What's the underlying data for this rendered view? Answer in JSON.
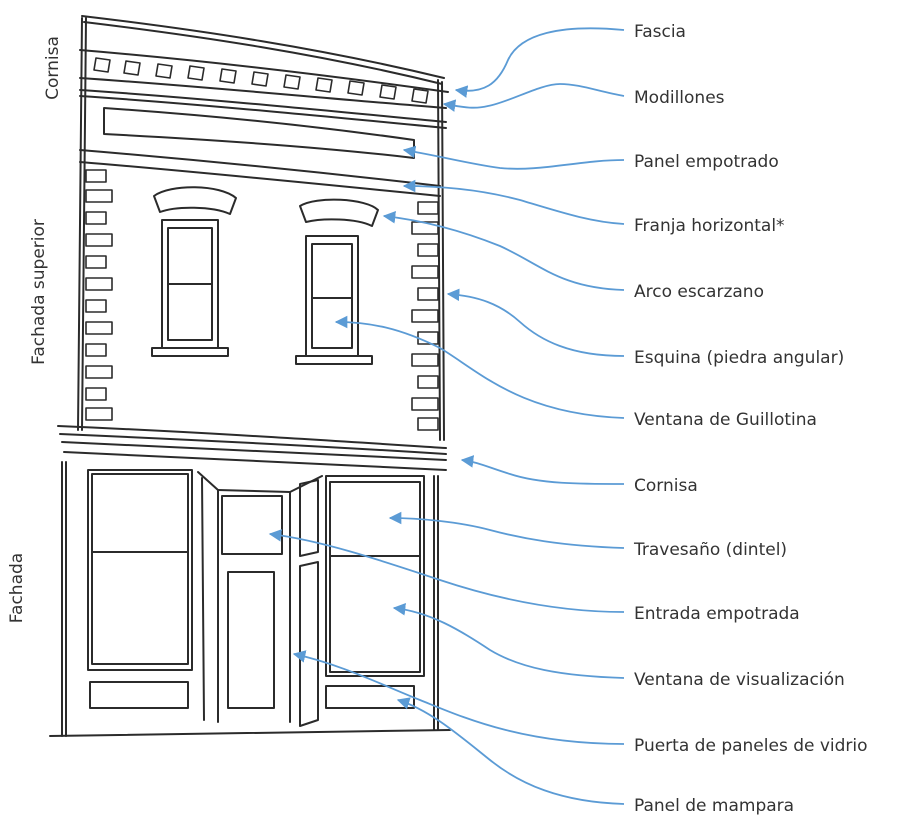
{
  "side_labels": {
    "cornisa": "Cornisa",
    "fachada_superior": "Fachada superior",
    "fachada": "Fachada"
  },
  "callouts": [
    {
      "id": "fascia",
      "text": "Fascia"
    },
    {
      "id": "modillones",
      "text": "Modillones"
    },
    {
      "id": "panel-empotrado",
      "text": "Panel empotrado"
    },
    {
      "id": "franja-horizontal",
      "text": "Franja horizontal*"
    },
    {
      "id": "arco-escarzano",
      "text": "Arco escarzano"
    },
    {
      "id": "esquina",
      "text": "Esquina (piedra angular)"
    },
    {
      "id": "ventana-guillotina",
      "text": "Ventana de Guillotina"
    },
    {
      "id": "cornisa",
      "text": "Cornisa"
    },
    {
      "id": "travesano",
      "text": "Travesaño (dintel)"
    },
    {
      "id": "entrada-empotrada",
      "text": "Entrada empotrada"
    },
    {
      "id": "ventana-visualizacion",
      "text": "Ventana de visualización"
    },
    {
      "id": "puerta-paneles",
      "text": "Puerta de paneles de vidrio"
    },
    {
      "id": "panel-mampara",
      "text": "Panel de mampara"
    }
  ],
  "colors": {
    "arrow": "#5b9bd5",
    "ink": "#2b2b2b",
    "text": "#333333"
  }
}
